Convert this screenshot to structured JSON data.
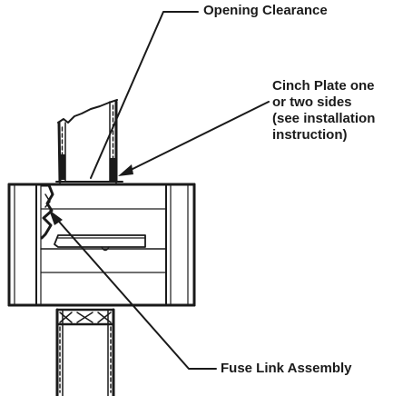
{
  "labels": {
    "opening_clearance": "Opening Clearance",
    "cinch_plate": {
      "line1": "Cinch Plate one",
      "line2": "or two sides",
      "line3": "(see installation",
      "line4": "instruction)"
    },
    "fuse_link_assembly": "Fuse Link Assembly"
  },
  "colors": {
    "ink": "#1a1a1a",
    "background": "#ffffff"
  }
}
